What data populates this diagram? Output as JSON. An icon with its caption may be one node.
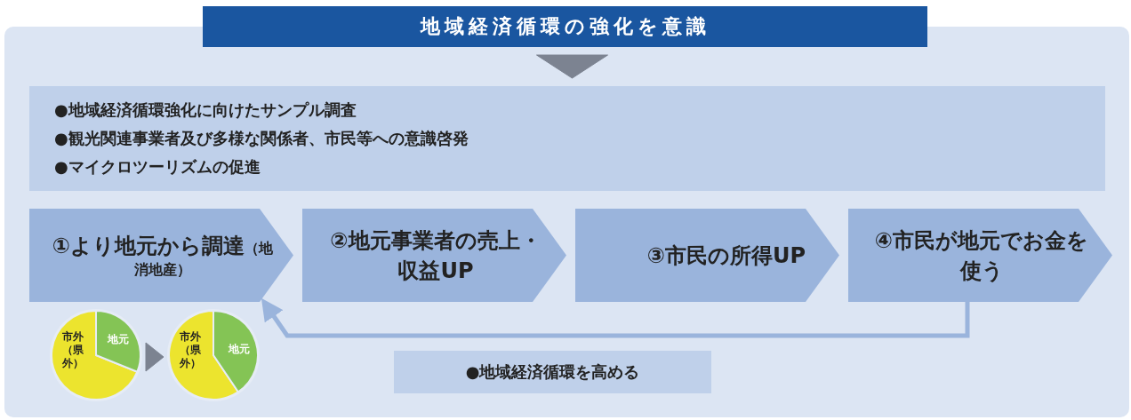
{
  "diagram": {
    "nodes": [
      {
        "text": [
          "地域経済循環の強化を意識"
        ]
      },
      {
        "text": [
          "●地域経済循環強化に向けたサンプル調査",
          "●観光関連事業者及び多様な関係者、市民等への意識啓発",
          "●マイクロツーリズムの促進"
        ]
      },
      {
        "text": [
          "①より地元から調達",
          "（地消地産）"
        ]
      },
      {
        "text": [
          "②地元事業者の売上・収益UP"
        ]
      },
      {
        "text": [
          "③市民の所得UP"
        ]
      },
      {
        "text": [
          "④市民が地元でお金を使う"
        ]
      },
      {
        "text": [
          "市外（県外）",
          "地元"
        ]
      },
      {
        "text": [
          "市外（県外）",
          "地元"
        ]
      },
      {
        "text": [
          "●地域経済循環を高める"
        ]
      }
    ],
    "edges": [
      {
        "from": 0,
        "to": 1,
        "arrow": "to",
        "color": "#7c8391",
        "style": "thick"
      },
      {
        "from": 5,
        "to": 2,
        "arrow": "to"
      },
      {
        "from": 6,
        "to": 7,
        "arrow": "to",
        "color": "#7c8391",
        "style": "thick"
      }
    ]
  }
}
